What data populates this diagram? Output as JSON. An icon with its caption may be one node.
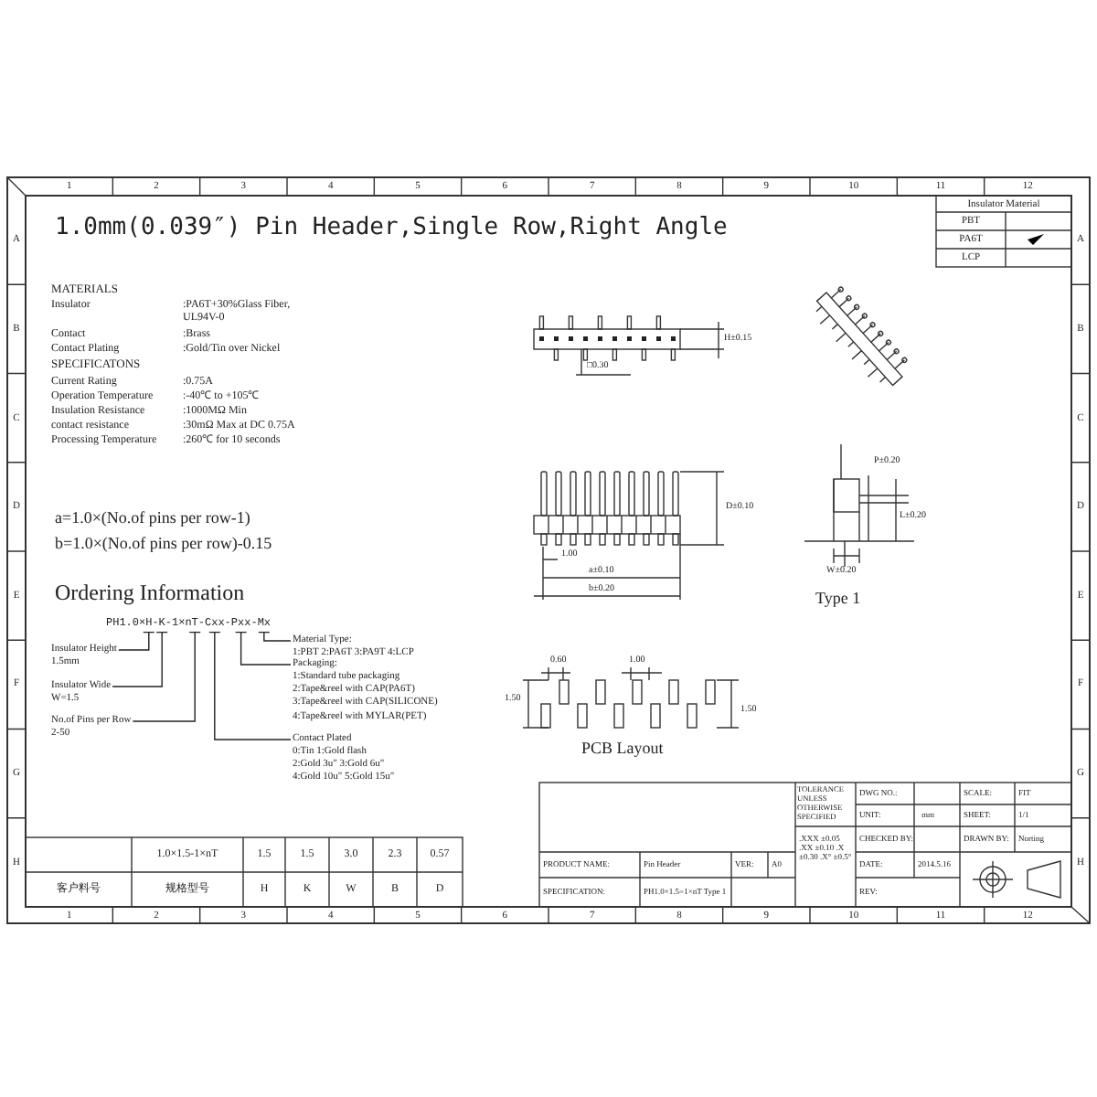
{
  "diagram": {
    "title": "1.0mm(0.039″) Pin Header,Single Row,Right Angle",
    "nodes": [
      {
        "text": [
          "PH1.0×H-K-1×nT-Cxx-Pxx-Mx"
        ]
      },
      {
        "text": [
          "Insulator Height",
          "1.5mm"
        ]
      },
      {
        "text": [
          "Insulator Wide",
          "W=1.5"
        ]
      },
      {
        "text": [
          "No.of Pins per Row",
          "2-50"
        ]
      },
      {
        "text": [
          "Material Type:",
          "1:PBT 2:PA6T 3:PA9T 4:LCP"
        ]
      },
      {
        "text": [
          "Packaging:",
          "1:Standard tube packaging",
          "2:Tape&reel with CAP(PA6T)",
          "3:Tape&reel with CAP(SILICONE)",
          "4:Tape&reel with MYLAR(PET)"
        ]
      },
      {
        "text": [
          "Contact Plated",
          "0:Tin 1:Gold flash",
          "2:Gold 3u\" 3:Gold 6u\"",
          "4:Gold 10u\" 5:Gold 15u\""
        ]
      }
    ],
    "edges": [
      {
        "from": 1,
        "to": 0,
        "arrow": "none"
      },
      {
        "from": 2,
        "to": 0,
        "arrow": "none"
      },
      {
        "from": 3,
        "to": 0,
        "arrow": "none"
      },
      {
        "from": 4,
        "to": 0,
        "arrow": "none"
      },
      {
        "from": 5,
        "to": 0,
        "arrow": "none"
      },
      {
        "from": 6,
        "to": 0,
        "arrow": "none"
      }
    ],
    "labels": [
      "1",
      "2",
      "3",
      "4",
      "5",
      "6",
      "7",
      "8",
      "9",
      "10",
      "11",
      "12",
      "A",
      "B",
      "C",
      "D",
      "E",
      "F",
      "G",
      "H",
      "A",
      "B",
      "C",
      "D",
      "E",
      "F",
      "G",
      "H",
      "1",
      "2",
      "3",
      "4",
      "5",
      "6",
      "7",
      "8",
      "9",
      "10",
      "11",
      "12",
      "Insulator Material",
      "PBT",
      "PA6T",
      "LCP",
      "MATERIALS",
      "Insulator",
      ":PA6T+30%Glass Fiber, UL94V-0",
      "Contact",
      ":Brass",
      "Contact Plating",
      ":Gold/Tin over Nickel",
      "SPECIFICATONS",
      "Current Rating",
      ":0.75A",
      "Operation Temperature",
      ":-40℃ to +105℃",
      "Insulation Resistance",
      ":1000MΩ Min",
      "contact resistance",
      ":30mΩ Max at DC 0.75A",
      "Processing Temperature",
      ":260℃ for 10 seconds",
      "a=1.0×(No.of pins per row-1)",
      "b=1.0×(No.of pins per row)-0.15",
      "Ordering Information",
      "□0.30",
      "H±0.15",
      "P±0.20",
      "L±0.20",
      "W±0.20",
      "1.00",
      "a±0.10",
      "b±0.20",
      "D±0.10",
      "Type 1",
      "0.60",
      "1.00",
      "1.50",
      "1.50",
      "PCB Layout",
      "TOLERANCE UNLESS OTHERWISE SPECIFIED",
      "DWG NO.:",
      "SCALE:",
      "FIT",
      "UNIT:",
      "mm",
      "SHEET:",
      "1/1",
      "CHECKED BY:",
      "DRAWN BY:",
      "Norting",
      "PRODUCT NAME:",
      "Pin Header",
      "VER:",
      "A0",
      ".XXX ±0.05 .XX ±0.10 .X ±0.30 .X° ±0.5°",
      "DATE:",
      "2014.5.16",
      "SPECIFICATION:",
      "PH1.0×1.5=1×nT Type 1",
      "REV:",
      "1.0×1.5-1×nT",
      "1.5",
      "1.5",
      "3.0",
      "2.3",
      "0.57",
      "客户料号",
      "规格型号",
      "H",
      "K",
      "W",
      "B",
      "D"
    ]
  }
}
